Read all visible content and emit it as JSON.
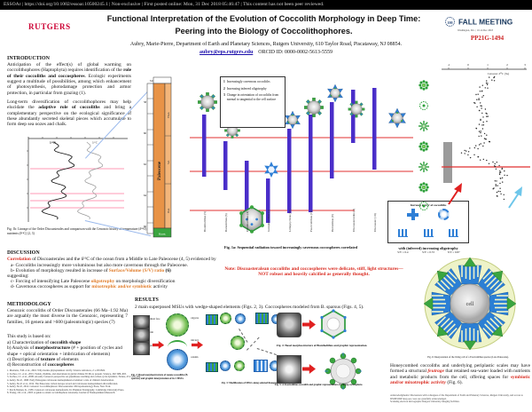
{
  "banner": {
    "text": "ESSOAr | https://doi.org/10.1002/essoar.10500245.1 | Non-exclusive | First posted online: Mon, 31 Dec 2018 05:46:47 | This content has not been peer reviewed."
  },
  "header": {
    "rutgers": "RUTGERS",
    "title1": "Functional Interpretation of the Evolution of Coccolith Morphology in Deep Time:",
    "title2": "Peering into the Biology of Coccolithophores.",
    "author": "Aubry, Marie-Pierre, Department of Earth and Planetary Sciences, Rutgers University, 610 Taylor Road, Piscataway, NJ 08854.",
    "email": "aubry@eps.rutgers.edu",
    "orcid": "ORCID ID: 0000-0002-5613-5559",
    "agu_100": "100",
    "meeting_name": "FALL MEETING",
    "meeting_venue": "Washington, D.C. | 10-14 Dec 2018",
    "poster_id": "PP21G-1494"
  },
  "intro": {
    "heading": "INTRODUCTION",
    "p1_pre": "Anticipation of the effect(s) of global warming on coccolithophores (Haptophyta) requires identification of the ",
    "p1_bold": "role of their coccoliths and coccospheres",
    "p1_post": ". Ecologic experiments suggest a multitude of possibilities, among which enhancement of photosynthesis, photodamage protection and armor protection, in particular from grazing (1).",
    "p2_pre": "Long-term diversification of coccolithophores may help elucidate the ",
    "p2_bold": "adaptive role of coccoliths",
    "p2_post": " and bring a complementary perspective on the ecological significance of these abundantly secreted skeletal pieces which accumulate to form deep sea oozes and chalk."
  },
  "fig1b": {
    "caption": "Fig. 1b: Lineage of the Order Discoasterales and comparison with the Cenozoic history of temperature (δ¹⁸O) and nutrients (δ¹³C) (2, 3)",
    "label_d18o": "δ¹⁸O",
    "label_d13c": "δ¹³C"
  },
  "legend": {
    "items": [
      {
        "n": "1",
        "t": "Increasingly cavernous coccoliths"
      },
      {
        "n": "2",
        "t": "Increasing inferred oligotrophy"
      },
      {
        "n": "3",
        "t": "Change in orientation of coccoliths from normal to tangential to the cell surface"
      }
    ]
  },
  "fig1a": {
    "caption1": "Fig. 1a: Sequential radiation toward increasingly cavernous coccospheres correlated",
    "caption2": "with (inferred) increasing oligotrophy",
    "ma": "Ma",
    "column": "Paleocene",
    "stages": [
      "Than.",
      "Sel.",
      "Dan."
    ],
    "cret": "Maastr.",
    "ticks": [
      "58",
      "60",
      "62",
      "64",
      "66"
    ],
    "genera": [
      "Biantholithus (5)",
      "Bomolithus (6)",
      "Diantholithus (4)",
      "Gomphiolithus (2)",
      "Lithoptychius (19)",
      "Fasciculithus (19)",
      "Heliolithus (9)",
      "Discoasteroides (2)",
      "Discoaster (10)"
    ],
    "sv_box": {
      "title": "Increase in S/V of coccoliths",
      "values": [
        "S/V = 0.4",
        "S/V = 0.72",
        "S/V = 0.87"
      ]
    }
  },
  "zachos": {
    "axis_label": "Cenozoic δ¹³C (‰)",
    "ticks": [
      "-1",
      "0",
      "1",
      "2",
      "3"
    ],
    "anchors": [
      [
        95,
        22
      ],
      [
        82,
        36
      ],
      [
        76,
        52
      ],
      [
        86,
        66
      ],
      [
        78,
        82
      ],
      [
        88,
        96
      ],
      [
        60,
        108
      ],
      [
        96,
        120
      ],
      [
        106,
        132
      ],
      [
        97,
        146
      ],
      [
        104,
        160
      ]
    ]
  },
  "discussion": {
    "heading": "DISCUSSION",
    "c_red": "Correlation",
    "c_rest": " of Discoasterales and the δ¹³C of the ocean from a Middle to Late Paleocene (4, 5) evidenced by",
    "a": "a- Coccoliths increasingly more voluminous but also more cavernous through the Paleocene.",
    "b_pre": "b- Evolution of morphology resulted in increase of ",
    "b_hl": "Surface/Volume (S/V) ratio",
    "b_post": " (6)",
    "sug": "suggesting:",
    "c2_pre": "c- Forcing of intensifying Late Paleocene ",
    "c2_hl": "oligotrophy",
    "c2_post": " on morphologic diversification",
    "d_pre": "d- Cavernous coccospheres as support for ",
    "d_hl": "mixotrophic and/or symbiotic",
    "d_post": " activity"
  },
  "note": {
    "text": "Note: Discoasteralean coccoliths and coccospheres were delicate, stiff, light structures— NOT robust and heavily calcified as generally thought."
  },
  "methodology": {
    "heading": "METHODOLOGY",
    "para1": "Cenozoic coccoliths of Order Discoasterales (66 Ma–1.92 Ma) are arguably the most diverse in the Cenozoic, representing 7 families, 16 genera and >600 (paleontologic) species (7)",
    "intro": "This study is based on:",
    "items": [
      {
        "pre": "a) Characterization of ",
        "b": "coccolith shape",
        "post": ""
      },
      {
        "pre": "b) Analysis of ",
        "b": "morphostructure",
        "post": " (# + position of cycles and shape + optical orientation + imbrication of elements)"
      },
      {
        "pre": "c) Description of ",
        "b": "texture",
        "post": " of elements"
      },
      {
        "pre": "d) Reconstruction of ",
        "b": "coccospheres",
        "post": ""
      }
    ]
  },
  "references": [
    "1. Monteiro, F.M. et al., 2016. Why marine phytoplankton calcify. Science Advances, 2: e1501822.",
    "2. Zachos, J.C. et al., 2001. Trends, rhythms, and aberrations in global climate 65 Ma to present. Science, 292: 686–693.",
    "3. Zachos, J.C. et al., 2008. An early Cenozoic perspective on greenhouse warming and carbon-cycle dynamics. Nature, 451: 279–283.",
    "4. Aubry, M.-P., 1998. Early Paleogene calcareous nannoplankton evolution: a tale of climatic deterioration.",
    "5. Aubry, M.-P. et al., 2012. The Paleocene carbon isotope record and calcareous nannoplankton diversification.",
    "6. Aubry, M.-P., 2014. Cenozoic Coccolithophores: Discoasterales. Micropaleontology Press, New York.",
    "7. Perch-Nielsen, K., 1985. Cenozoic calcareous nannofossils. In: Plankton Stratigraphy. Cambridge University Press.",
    "8. Young, J.R. et al., 2003. A guide to extant coccolithophore taxonomy. Journal of Nannoplankton Research."
  ],
  "results": {
    "heading": "RESULTS",
    "text": "2 main superposed MSUs with wedge-shaped elements (Figs. 2, 3). Coccospheres modeled from B. sparsus (Figs. 4, 5)."
  },
  "fig2": {
    "labels_left": [
      "distal face",
      "rim",
      "proximal face"
    ],
    "labels_right": [
      "calyptra",
      "rim incl.",
      "column"
    ],
    "caption": "Fig. 2: Basal morphostructure of zonate coccoliths (B. sparsus) and graphic interpretation of its 2 MSUs"
  },
  "fig3": {
    "caption": "Fig. 3: Modification of MSUs along selected lineages"
  },
  "fig4": {
    "caption": "Fig. 4: Basal morphostructure of Biantholithus and graphic representation."
  },
  "fig5": {
    "caption": "Fig. 5: A Fasciculithus coccolith and graphic representation of a living coccosphere."
  },
  "fig6": {
    "cell": "cell",
    "caption": "Fig. 6: Interpretation of the living cell of a Fasciculithus species (Late Paleocene)."
  },
  "closing": {
    "pre": "Honeycombed coccoliths and underlying periplastic scales may have formed a structural ",
    "hl1": "feutrage",
    "mid": " that retained sea-water loaded with nutrients and metabolic products from the cell, offering spaces for ",
    "hl2": "symbiotic and/or mixotrophic activity",
    "post": " (Fig. 6)."
  },
  "acks": [
    "Acknowledgments: Discussions with colleagues of the Department of Earth and Planetary Sciences, Rutgers University, and access to DSDP/ODP deep-sea cores are gratefully acknowledged.",
    "Scanning electron micrographs: Rutgers University imaging facilities."
  ]
}
